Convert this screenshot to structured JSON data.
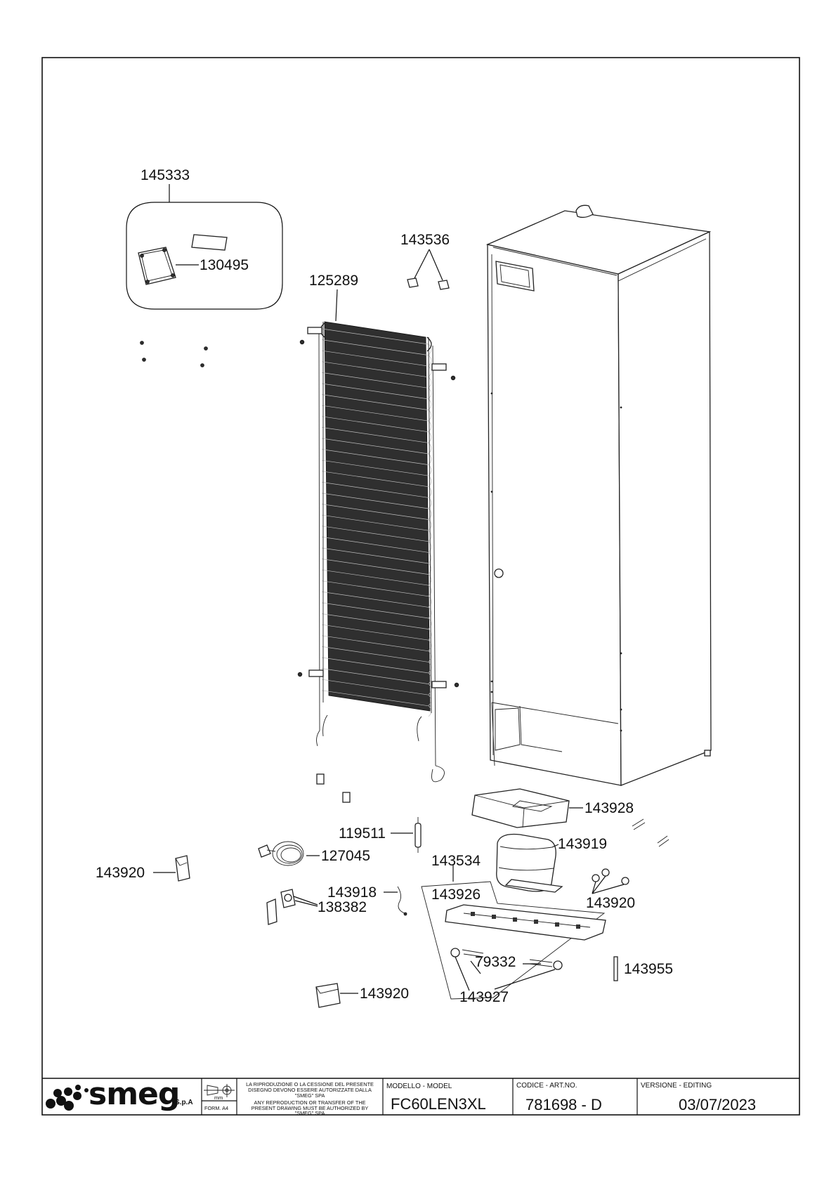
{
  "parts": [
    {
      "id": "lbl-145333",
      "text": "145333"
    },
    {
      "id": "lbl-130495",
      "text": "130495"
    },
    {
      "id": "lbl-143536",
      "text": "143536"
    },
    {
      "id": "lbl-125289",
      "text": "125289"
    },
    {
      "id": "lbl-143928",
      "text": "143928"
    },
    {
      "id": "lbl-119511",
      "text": "119511"
    },
    {
      "id": "lbl-143919",
      "text": "143919"
    },
    {
      "id": "lbl-127045",
      "text": "127045"
    },
    {
      "id": "lbl-143534",
      "text": "143534"
    },
    {
      "id": "lbl-143920-a",
      "text": "143920"
    },
    {
      "id": "lbl-143918",
      "text": "143918"
    },
    {
      "id": "lbl-143926",
      "text": "143926"
    },
    {
      "id": "lbl-138382",
      "text": "138382"
    },
    {
      "id": "lbl-143920-b",
      "text": "143920"
    },
    {
      "id": "lbl-79332",
      "text": "79332"
    },
    {
      "id": "lbl-143955",
      "text": "143955"
    },
    {
      "id": "lbl-143927",
      "text": "143927"
    },
    {
      "id": "lbl-143920-c",
      "text": "143920"
    }
  ],
  "title_block": {
    "brand": "smeg",
    "brand_suffix": "S.p.A",
    "unit": "mm",
    "format": "FORM. A4",
    "notice_it_1": "LA RIPRODUZIONE O LA CESSIONE DEL PRESENTE",
    "notice_it_2": "DISEGNO DEVONO ESSERE AUTORIZZATE DALLA",
    "notice_it_3": "\"SMEG\" SPA",
    "notice_en_1": "ANY REPRODUCTION OR TRANSFER OF THE",
    "notice_en_2": "PRESENT DRAWING MUST BE AUTHORIZED BY",
    "notice_en_3": "\"SMEG\" SPA",
    "model_caption": "MODELLO - MODEL",
    "model_value": "FC60LEN3XL",
    "code_caption": "CODICE - ART.NO.",
    "code_value": "781698 - D",
    "version_caption": "VERSIONE - EDITING",
    "version_value": "03/07/2023"
  }
}
